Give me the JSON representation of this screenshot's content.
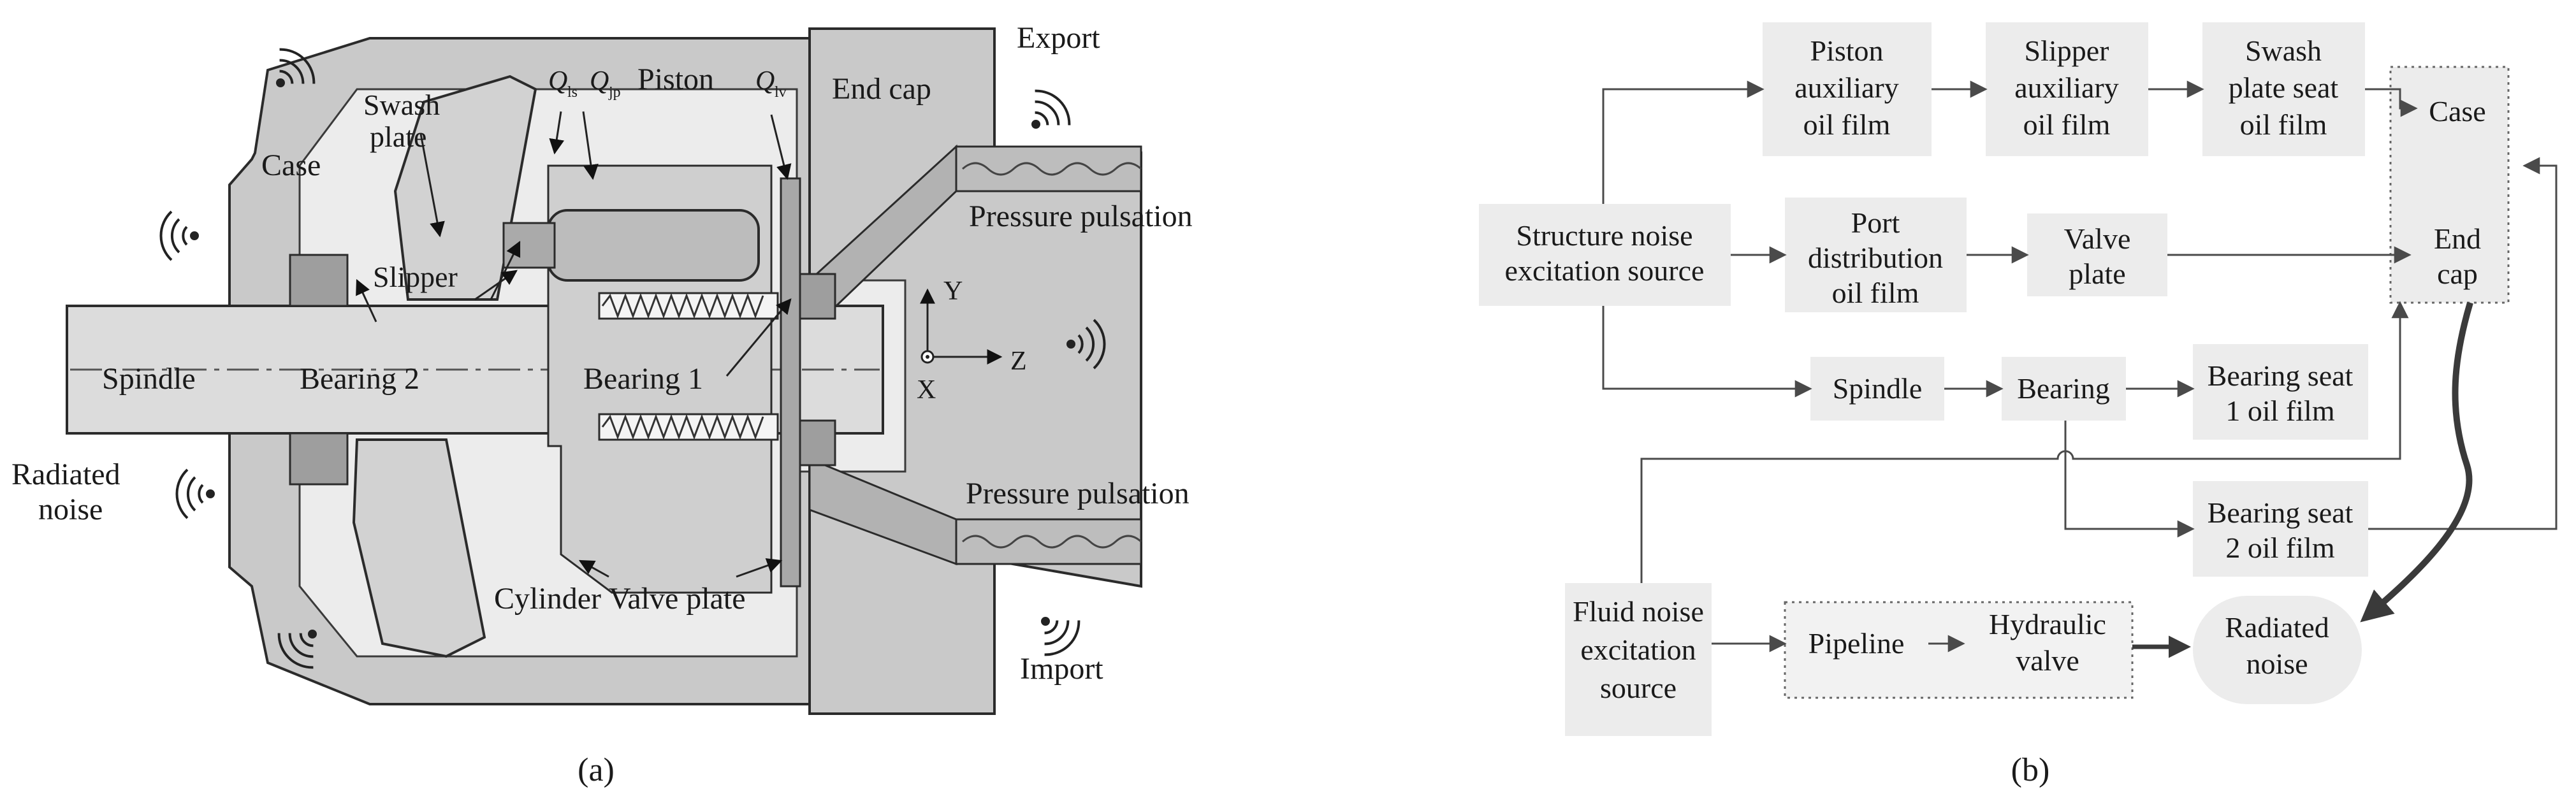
{
  "panel_a": {
    "caption": "(a)",
    "labels": {
      "export": "Export",
      "end_cap": "End cap",
      "swash": "Swash",
      "plate": "plate",
      "case": "Case",
      "q_ls": "Q",
      "q_ls_sub": "ls",
      "q_jp": "Q",
      "q_jp_sub": "jp",
      "piston": "Piston",
      "q_lv": "Q",
      "q_lv_sub": "lv",
      "pressure_pulsation_top": "Pressure pulsation",
      "slipper": "Slipper",
      "bearing_2": "Bearing 2",
      "bearing_1": "Bearing 1",
      "axis_y": "Y",
      "axis_z": "Z",
      "axis_x": "X",
      "spindle": "Spindle",
      "radiated": "Radiated",
      "noise": "noise",
      "pressure_pulsation_bottom": "Pressure pulsation",
      "cylinder": "Cylinder",
      "valve_plate": "Valve plate",
      "import": "Import"
    }
  },
  "panel_b": {
    "caption": "(b)",
    "nodes": {
      "piston_film": [
        "Piston",
        "auxiliary",
        "oil film"
      ],
      "slipper_film": [
        "Slipper",
        "auxiliary",
        "oil film"
      ],
      "swash_film": [
        "Swash",
        "plate seat",
        "oil film"
      ],
      "case": [
        "Case"
      ],
      "structure_source": [
        "Structure noise",
        "excitation source"
      ],
      "port_film": [
        "Port",
        "distribution",
        "oil film"
      ],
      "valve_plate": [
        "Valve",
        "plate"
      ],
      "end_cap": [
        "End",
        "cap"
      ],
      "spindle": [
        "Spindle"
      ],
      "bearing": [
        "Bearing"
      ],
      "bearing_seat_1": [
        "Bearing seat",
        "1 oil film"
      ],
      "bearing_seat_2": [
        "Bearing seat",
        "2 oil film"
      ],
      "fluid_source": [
        "Fluid noise",
        "excitation",
        "source"
      ],
      "pipeline": [
        "Pipeline"
      ],
      "hydraulic_valve": [
        "Hydraulic",
        "valve"
      ],
      "radiated_noise": [
        "Radiated",
        "noise"
      ]
    }
  }
}
